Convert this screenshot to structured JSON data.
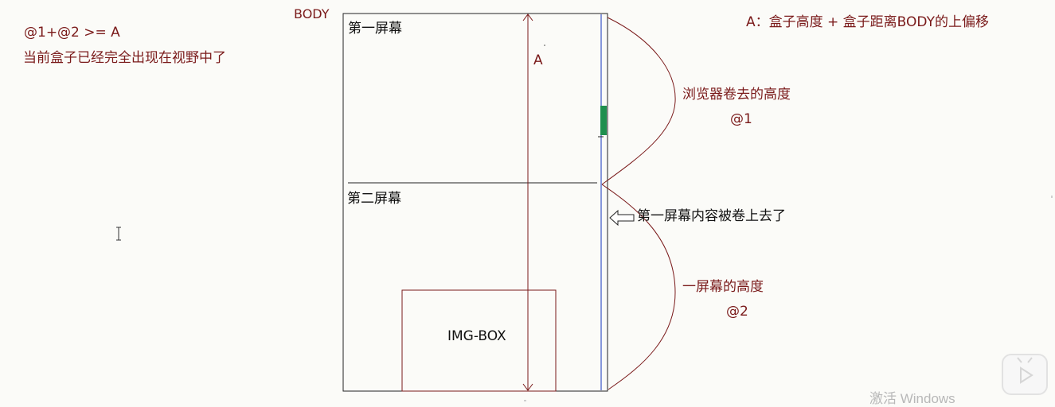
{
  "left_notes": {
    "formula": "@1+@2 >= A",
    "conclusion": "当前盒子已经完全出现在视野中了"
  },
  "diagram": {
    "body_label": "BODY",
    "first_screen_label": "第一屏幕",
    "second_screen_label": "第二屏幕",
    "a_marker": "A",
    "img_box_label": "IMG-BOX",
    "scrolled_note": "第一屏幕内容被卷上去了",
    "scroll_thumb_color": "#1e8f4e"
  },
  "right_notes": {
    "a_definition": "A：盒子高度 + 盒子距离BODY的上偏移",
    "scrolled_height_label": "浏览器卷去的高度",
    "scrolled_height_symbol": "@1",
    "screen_height_label": "一屏幕的高度",
    "screen_height_symbol": "@2"
  },
  "overlay": {
    "watermark": "激活 Windows"
  },
  "colors": {
    "accent_dark_red": "#7a1a1a",
    "outline_dark": "#222222",
    "box_red": "#7a1a1a",
    "scroll_line_blue": "#3a55c8"
  }
}
